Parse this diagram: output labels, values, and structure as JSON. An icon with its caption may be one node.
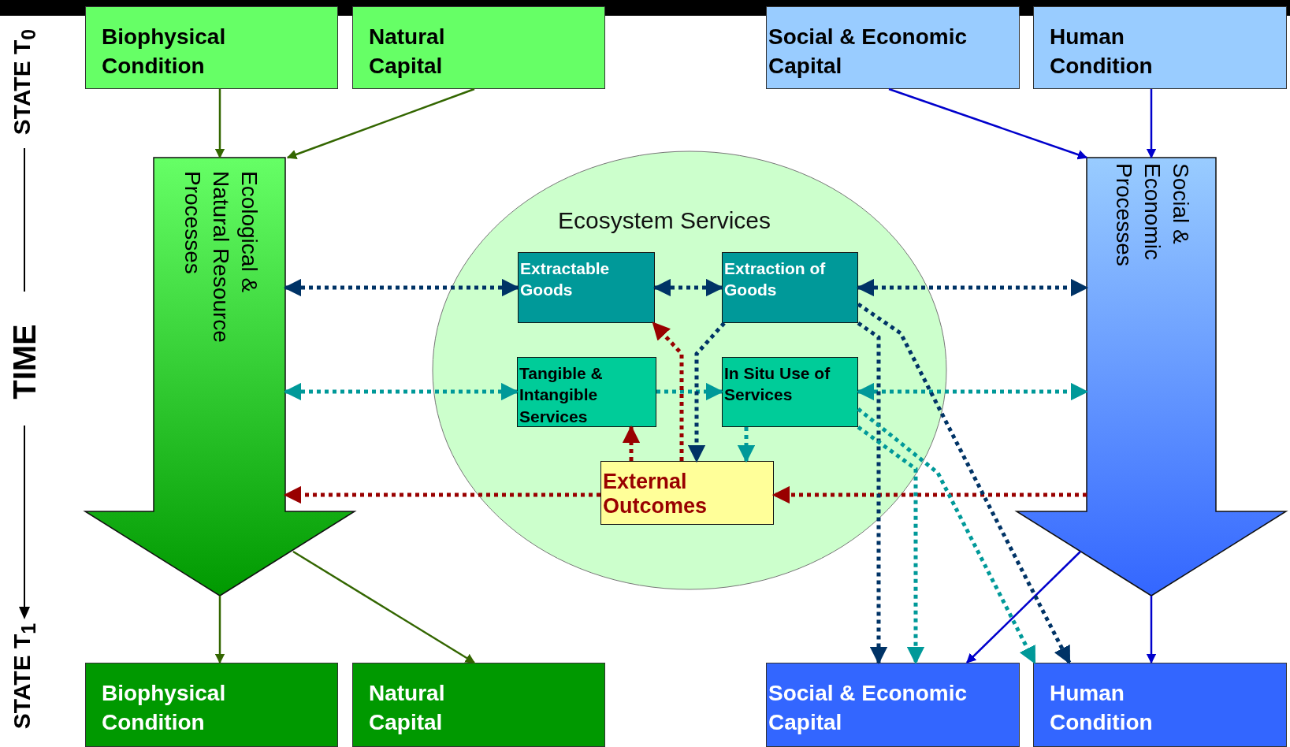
{
  "diagram": {
    "nodes": [
      {
        "text": [
          "Biophysical Condition"
        ]
      },
      {
        "text": [
          "Natural Capital"
        ]
      },
      {
        "text": [
          "Social & Economic Capital"
        ]
      },
      {
        "text": [
          "Human Condition"
        ]
      },
      {
        "text": [
          "Ecological & Natural Resource Processes"
        ]
      },
      {
        "text": [
          "Social & Economic Processes"
        ]
      },
      {
        "text": [
          "Ecosystem Services"
        ]
      },
      {
        "text": [
          "Extractable Goods"
        ],
        "in": 6
      },
      {
        "text": [
          "Extraction of Goods"
        ],
        "in": 6
      },
      {
        "text": [
          "Tangible & Intangible Services"
        ],
        "in": 6
      },
      {
        "text": [
          "In Situ Use of Services"
        ],
        "in": 6
      },
      {
        "text": [
          "External Outcomes"
        ],
        "in": 6
      },
      {
        "text": [
          "Biophysical Condition"
        ]
      },
      {
        "text": [
          "Natural Capital"
        ]
      },
      {
        "text": [
          "Social & Economic Capital"
        ]
      },
      {
        "text": [
          "Human Condition"
        ]
      }
    ],
    "edges": [
      {
        "from": 0,
        "to": 4,
        "arrow": "to",
        "color": "#336600"
      },
      {
        "from": 1,
        "to": 4,
        "arrow": "to",
        "color": "#336600"
      },
      {
        "from": 2,
        "to": 5,
        "arrow": "to",
        "color": "#0000cc"
      },
      {
        "from": 3,
        "to": 5,
        "arrow": "to",
        "color": "#0000cc"
      },
      {
        "from": 4,
        "to": 12,
        "arrow": "to",
        "color": "#336600"
      },
      {
        "from": 4,
        "to": 13,
        "arrow": "to",
        "color": "#336600"
      },
      {
        "from": 5,
        "to": 14,
        "arrow": "to",
        "color": "#0000cc"
      },
      {
        "from": 5,
        "to": 15,
        "arrow": "to",
        "color": "#0000cc"
      },
      {
        "from": 4,
        "to": 7,
        "arrow": "both",
        "style": "dashed"
      },
      {
        "from": 7,
        "to": 8,
        "arrow": "both",
        "style": "dashed"
      },
      {
        "from": 8,
        "to": 5,
        "arrow": "both",
        "style": "dashed"
      },
      {
        "from": 4,
        "to": 9,
        "arrow": "both",
        "style": "dashed",
        "color": "#009999"
      },
      {
        "from": 9,
        "to": 10,
        "arrow": "to",
        "style": "dashed",
        "color": "#009999"
      },
      {
        "from": 10,
        "to": 5,
        "arrow": "both",
        "style": "dashed",
        "color": "#009999"
      },
      {
        "from": 11,
        "to": 4,
        "arrow": "to",
        "style": "dashed",
        "color": "#990000"
      },
      {
        "from": 5,
        "to": 11,
        "arrow": "to",
        "style": "dashed",
        "color": "#990000"
      },
      {
        "from": 11,
        "to": 9,
        "arrow": "to",
        "style": "dashed",
        "color": "#990000"
      },
      {
        "from": 11,
        "to": 7,
        "arrow": "to",
        "style": "dashed",
        "color": "#990000"
      },
      {
        "from": 8,
        "to": 11,
        "arrow": "to",
        "style": "dashed"
      },
      {
        "from": 10,
        "to": 11,
        "arrow": "to",
        "style": "dashed",
        "color": "#009999"
      },
      {
        "from": 8,
        "to": 14,
        "arrow": "to",
        "style": "dashed"
      },
      {
        "from": 8,
        "to": 15,
        "arrow": "to",
        "style": "dashed"
      },
      {
        "from": 10,
        "to": 14,
        "arrow": "to",
        "style": "dashed",
        "color": "#009999"
      },
      {
        "from": 10,
        "to": 15,
        "arrow": "to",
        "style": "dashed",
        "color": "#009999"
      }
    ],
    "labels": [
      "STATE T$_{0}$",
      "TIME",
      "STATE T$_{1}$"
    ]
  }
}
